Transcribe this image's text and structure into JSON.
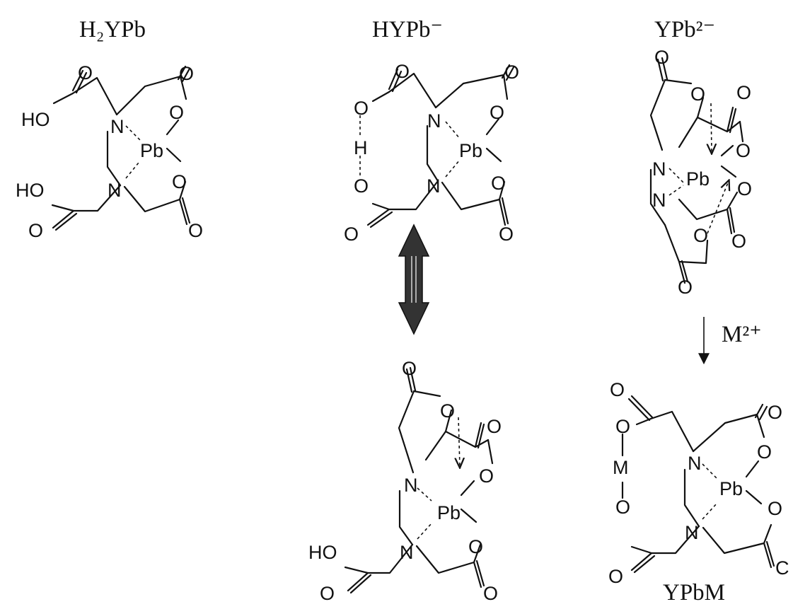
{
  "species": [
    {
      "id": "h2ypb",
      "title": "H₂YPb"
    },
    {
      "id": "hypb",
      "title": "HYPb⁻"
    },
    {
      "id": "ypb2",
      "title": "YPb²⁻"
    },
    {
      "id": "ypbm",
      "title": "YPbM"
    }
  ],
  "reagent": "M²⁺",
  "atoms": {
    "O": "O",
    "N": "N",
    "Pb": "Pb",
    "HO": "HO",
    "H": "H",
    "M": "M",
    "C": "C"
  }
}
